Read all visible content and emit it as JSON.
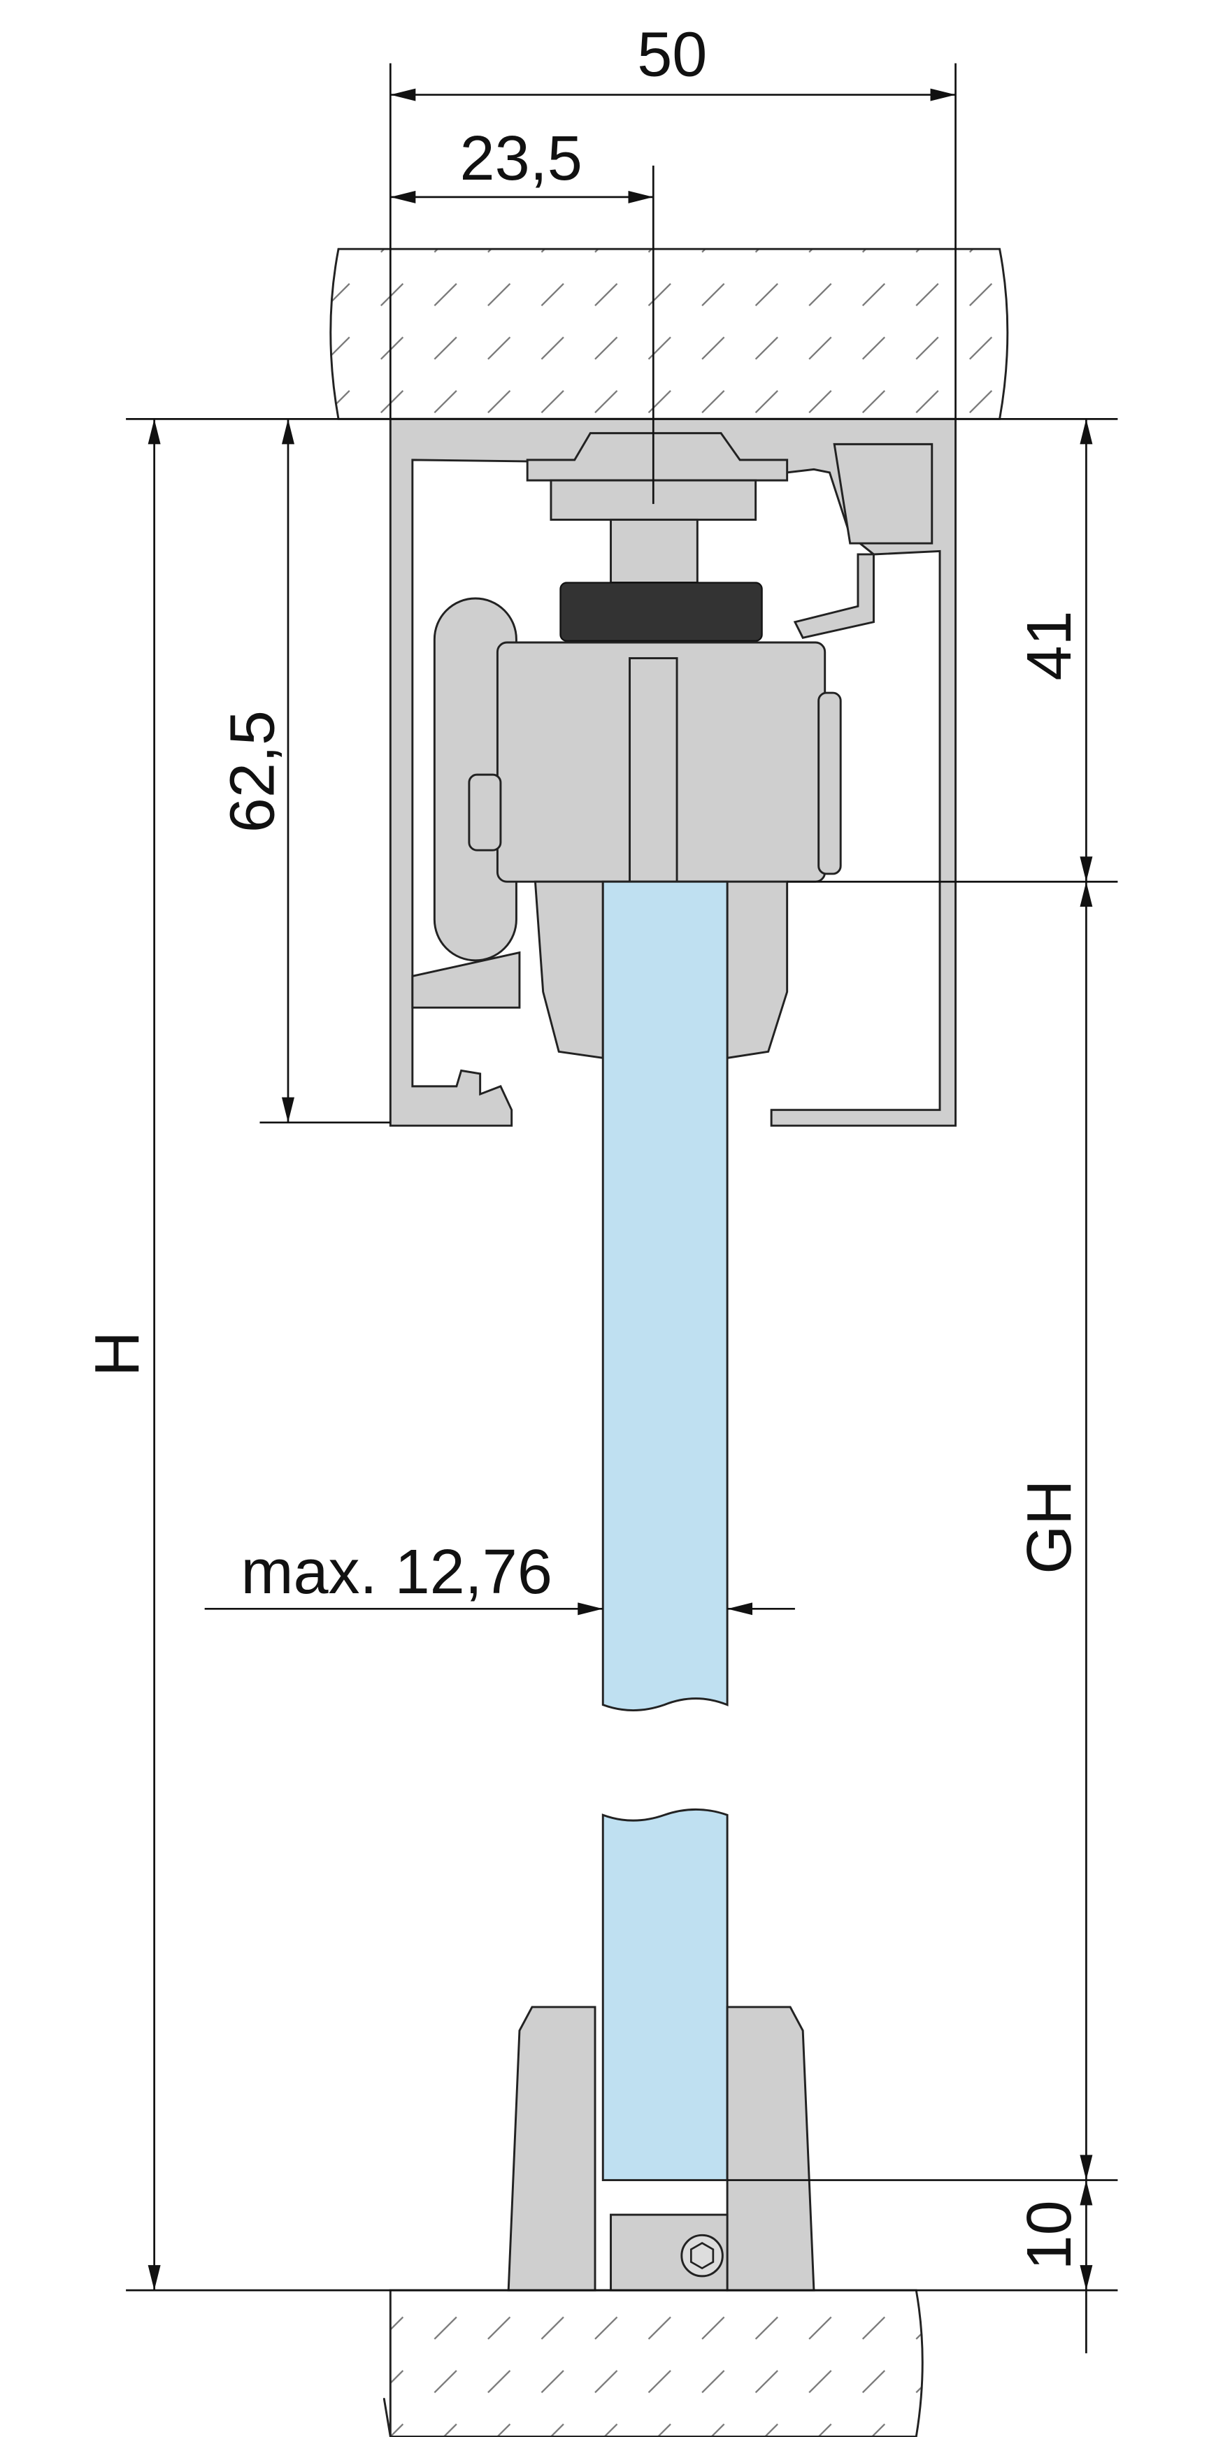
{
  "drawing": {
    "title": "Sliding glass door top track and floor guide section",
    "dimensions": {
      "total_width": "50",
      "axis_offset": "23,5",
      "track_height": "62,5",
      "top_to_glass": "41",
      "overall_height": "H",
      "glass_height": "GH",
      "glass_thickness": "max. 12,76",
      "floor_clearance": "10"
    },
    "colors": {
      "profile": "#cfcfcf",
      "glass": "#bfe0f1",
      "line": "#111111"
    }
  }
}
